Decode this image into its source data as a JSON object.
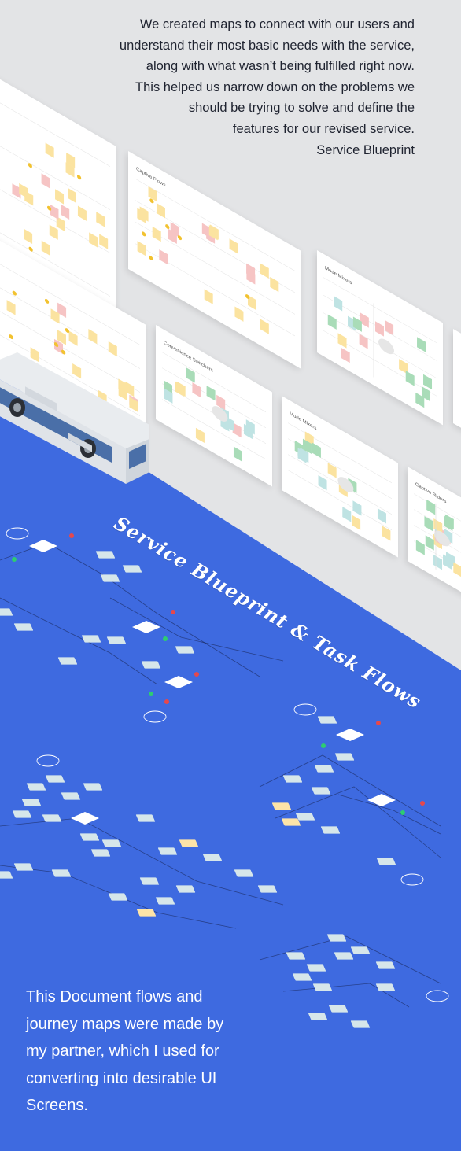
{
  "intro": {
    "lines": [
      "We created maps to connect with our users and",
      "understand their most basic needs with the service,",
      "along with what wasn’t being fulfilled right now.",
      "This helped us narrow down on the problems we",
      "should be trying to solve and define the",
      "features for our revised service.",
      "Service Blueprint"
    ]
  },
  "headline": "Service Blueprint & Task Flows",
  "outro": {
    "lines": [
      "This Document flows and",
      "journey maps were made by",
      "my partner, which I used for",
      "converting into desirable UI",
      "Screens."
    ]
  },
  "sheets": {
    "captive_flows": "Captive Flows",
    "mode_mixers_a": "Mode Mixers",
    "convenience_switchers": "Convenience Switchers",
    "mode_mixers_b": "Mode Mixers",
    "captive_riders": "Captive Riders"
  },
  "colors": {
    "background": "#e3e4e6",
    "floor": "#3e6ae0",
    "text_dark": "#1f2330",
    "note_yellow": "#fbe3a0",
    "note_pink": "#f6c4c4",
    "note_teal": "#bfe3e3",
    "note_green": "#a9dcb8",
    "flow_node": "#d6e6ea",
    "flow_highlight": "#fde4a8",
    "dot_red": "#e5484d",
    "dot_green": "#2ecc71"
  }
}
